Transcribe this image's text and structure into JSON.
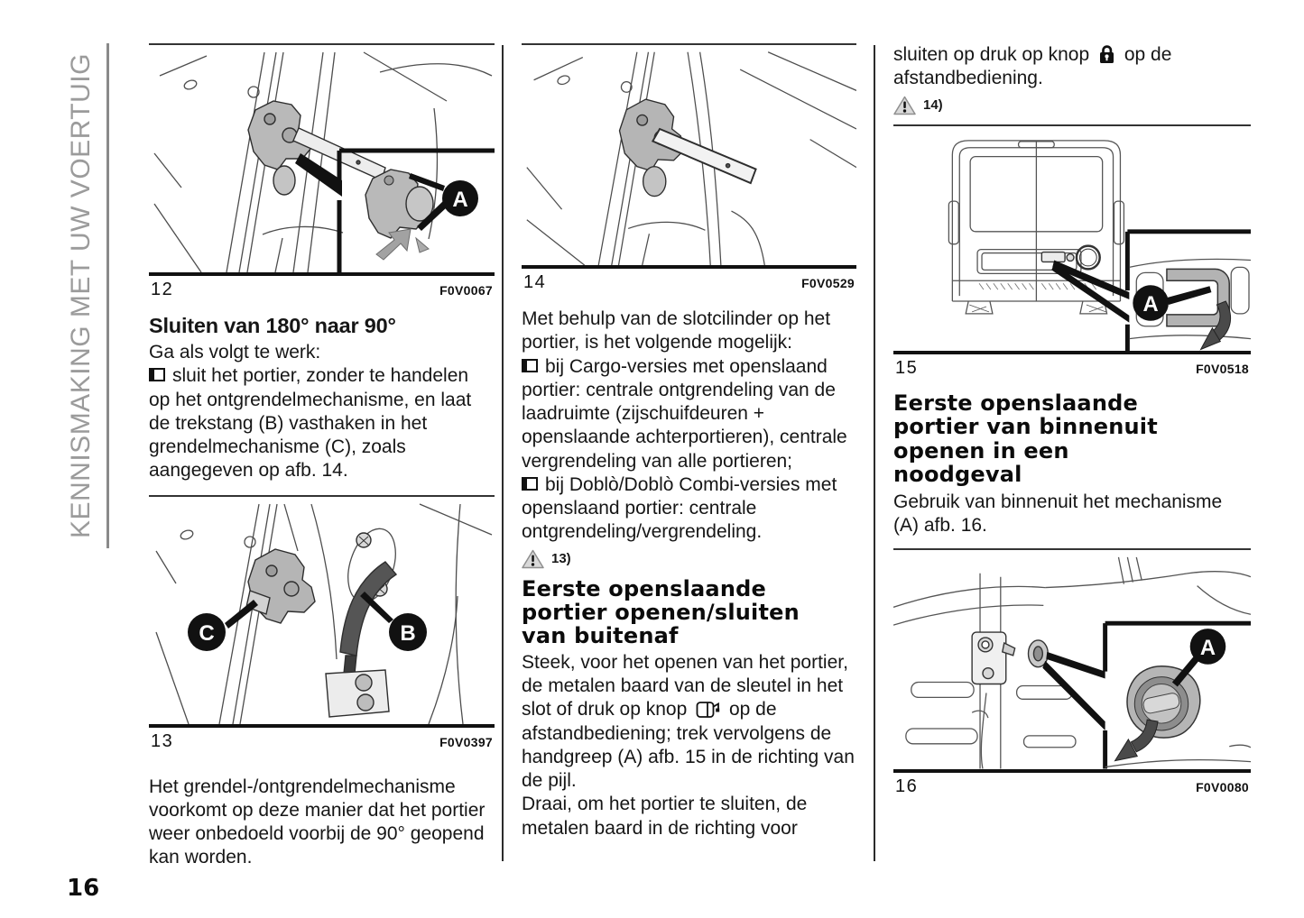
{
  "page": {
    "sidebar_label": "KENNISMAKING MET UW VOERTUIG",
    "page_number": "16"
  },
  "icons": {
    "warning": "warning-triangle",
    "lock_button": "padlock",
    "door_button": "door-open-remote-button"
  },
  "figures": {
    "fig12": {
      "number": "12",
      "code": "F0V0067",
      "badge": "A"
    },
    "fig13": {
      "number": "13",
      "code": "F0V0397",
      "badge_left": "C",
      "badge_right": "B"
    },
    "fig14": {
      "number": "14",
      "code": "F0V0529"
    },
    "fig15": {
      "number": "15",
      "code": "F0V0518",
      "badge": "A"
    },
    "fig16": {
      "number": "16",
      "code": "F0V0080",
      "badge": "A"
    }
  },
  "col1": {
    "heading": "Sluiten van 180° naar 90°",
    "intro": "Ga als volgt te werk:",
    "bullet1": "sluit het portier, zonder te handelen op het ontgrendelmechanisme, en laat de trekstang (B) vasthaken in het grendelmechanisme (C), zoals aangegeven op afb. 14.",
    "para2": "Het grendel-/ontgrendelmechanisme voorkomt op deze manier dat het portier weer onbedoeld voorbij de 90° geopend kan worden."
  },
  "col2": {
    "para1": "Met behulp van de slotcilinder op het portier, is het volgende mogelijk:",
    "bullet1": "bij Cargo-versies met openslaand portier: centrale ontgrendeling van de laadruimte (zijschuifdeuren + openslaande achterportieren), centrale vergrendeling van alle portieren;",
    "bullet2": "bij Doblò/Doblò Combi-versies met openslaand portier: centrale ontgrendeling/vergrendeling.",
    "warning_ref": "13)",
    "heading": "Eerste openslaande\nportier openen/sluiten\nvan buitenaf",
    "para2_before": "Steek, voor het openen van het portier, de metalen baard van de sleutel in het slot of druk op knop",
    "para2_after": "op de afstandbediening; trek vervolgens de handgreep (A) afb. 15 in de richting van de pijl.",
    "para3": "Draai, om het portier te sluiten, de metalen baard in de richting voor"
  },
  "col3": {
    "intro_before": "sluiten op druk op knop",
    "intro_after": "op de afstandbediening.",
    "warning_ref": "14)",
    "heading": "Eerste openslaande\nportier van binnenuit\nopenen in een\nnoodgeval",
    "para1": "Gebruik van binnenuit het mechanisme (A) afb. 16."
  }
}
